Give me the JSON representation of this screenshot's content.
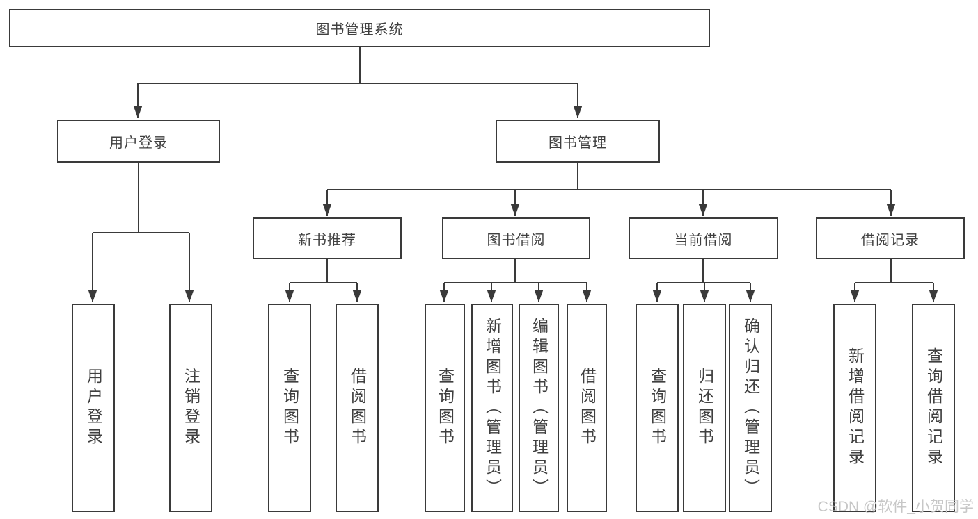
{
  "diagram": {
    "root": {
      "label": "图书管理系统"
    },
    "level2": [
      {
        "label": "用户登录"
      },
      {
        "label": "图书管理"
      }
    ],
    "level3": [
      {
        "label": "新书推荐"
      },
      {
        "label": "图书借阅"
      },
      {
        "label": "当前借阅"
      },
      {
        "label": "借阅记录"
      }
    ],
    "leaf_groups": [
      {
        "parent": "用户登录",
        "items": [
          {
            "label": "用户登录"
          },
          {
            "label": "注销登录"
          }
        ]
      },
      {
        "parent": "新书推荐",
        "items": [
          {
            "label": "查询图书"
          },
          {
            "label": "借阅图书"
          }
        ]
      },
      {
        "parent": "图书借阅",
        "items": [
          {
            "label": "查询图书"
          },
          {
            "label": "新增图书（管理员）"
          },
          {
            "label": "编辑图书（管理员）"
          },
          {
            "label": "借阅图书"
          }
        ]
      },
      {
        "parent": "当前借阅",
        "items": [
          {
            "label": "查询图书"
          },
          {
            "label": "归还图书"
          },
          {
            "label": "确认归还（管理员）"
          }
        ]
      },
      {
        "parent": "借阅记录",
        "items": [
          {
            "label": "新增借阅记录"
          },
          {
            "label": "查询借阅记录"
          }
        ]
      }
    ],
    "watermark": "CSDN @软件_小贺同学",
    "colors": {
      "line": "#3a3a3a",
      "text": "#3f3f3f",
      "watermark": "#c7c7c7",
      "background": "#ffffff"
    }
  }
}
